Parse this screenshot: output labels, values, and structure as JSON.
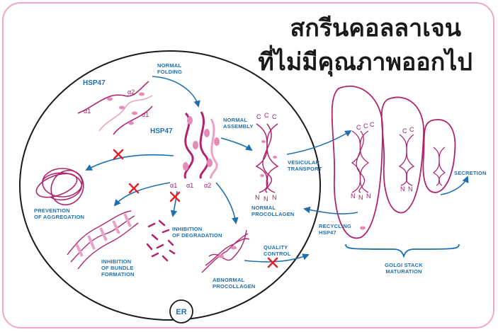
{
  "title": {
    "line1": "สกรีนคอลลาเจน",
    "line2": "ที่ไม่มีคุณภาพออกไป"
  },
  "labels": {
    "hsp47_top": "HSP47",
    "hsp47_mid": "HSP47",
    "normal_folding_1": "NORMAL",
    "normal_folding_2": "FOLDING",
    "normal_assembly_1": "NORMAL",
    "normal_assembly_2": "ASSEMBLY",
    "vesicular_1": "VESICULAR",
    "vesicular_2": "TRANSPORT",
    "normal_procollagen_1": "NORMAL",
    "normal_procollagen_2": "PROCOLLAGEN",
    "recycling_1": "RECYCLING",
    "recycling_2": "HSP47",
    "prevention_1": "PREVENTION",
    "prevention_2": "OF AGGREGATION",
    "inhibition_deg_1": "INHIBITION",
    "inhibition_deg_2": "OF DEGRADATION",
    "inhibition_bundle_1": "INHIBITION",
    "inhibition_bundle_2": "OF BUNDLE",
    "inhibition_bundle_3": "FORMATION",
    "quality_1": "QUALITY",
    "quality_2": "CONTROL",
    "abnormal_1": "ABNORMAL",
    "abnormal_2": "PROCOLLAGEN",
    "golgi_1": "GOLGI STACK",
    "golgi_2": "MATURATION",
    "secretion": "SECRETION",
    "er": "ER"
  },
  "chains": {
    "a1": "α1",
    "a2": "α2",
    "c": "C",
    "n": "N"
  },
  "colors": {
    "frame": "#f0a6c8",
    "arrow": "#1f6fb0",
    "strand": "#b0256e",
    "strand_light": "#e9a3c6",
    "cross": "#e0202a",
    "er_line": "#1a1a1a"
  }
}
